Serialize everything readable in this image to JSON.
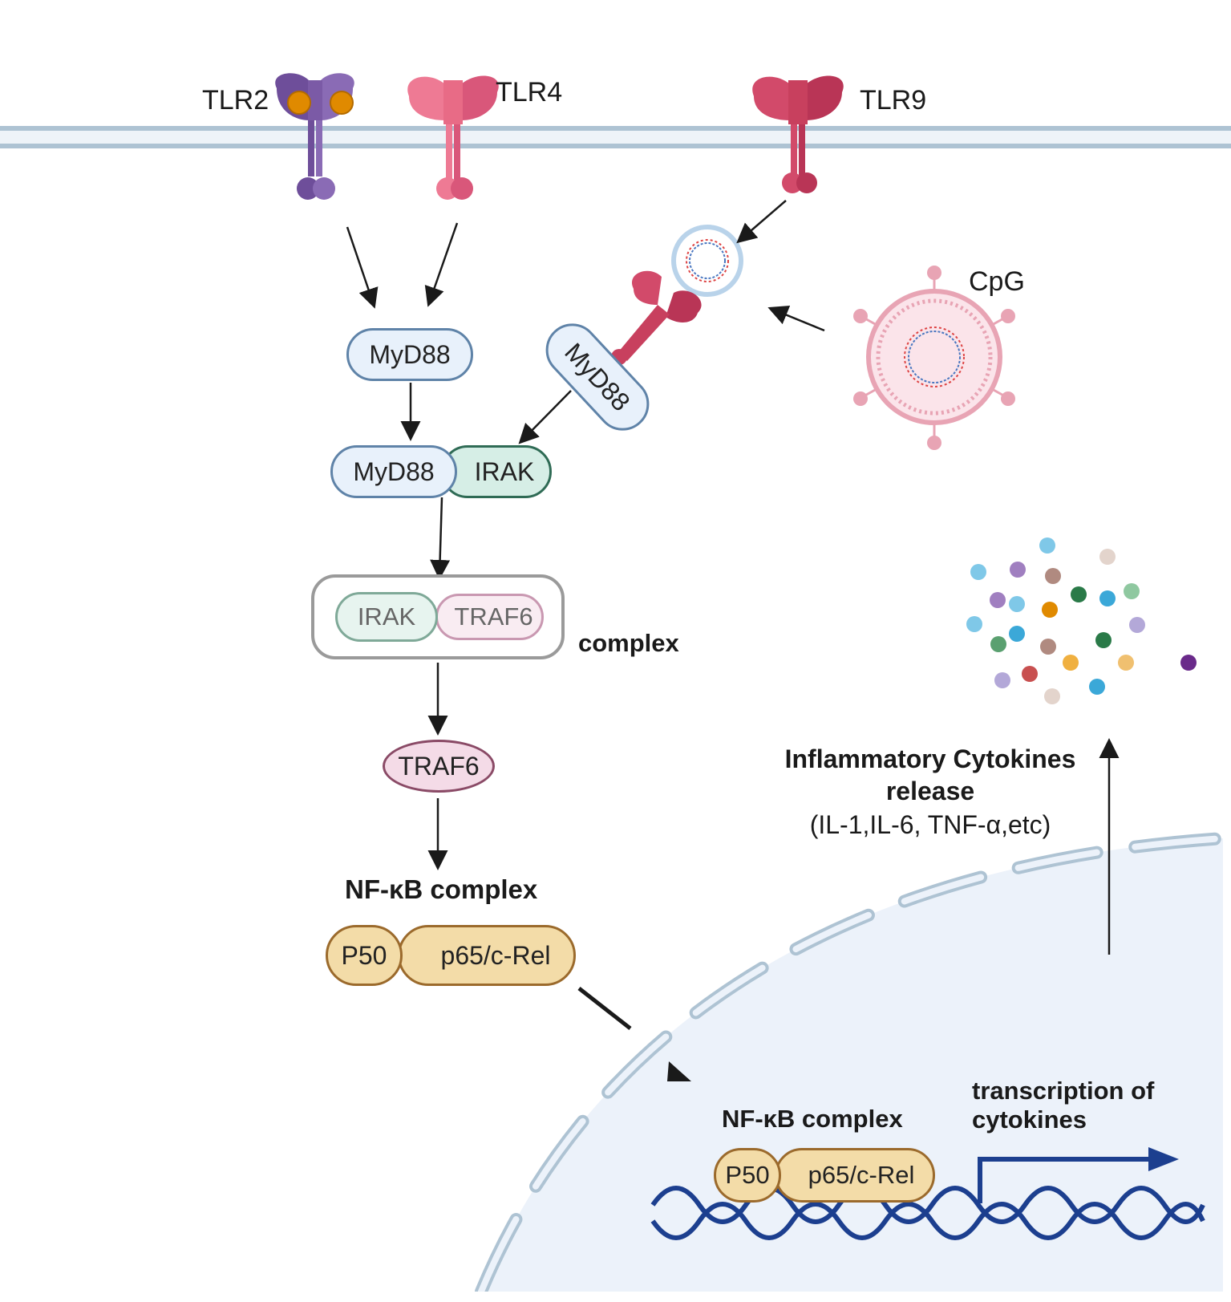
{
  "receptors": {
    "tlr2": "TLR2",
    "tlr4": "TLR4",
    "tlr9": "TLR9"
  },
  "cpg": "CpG",
  "myd88_left": "MyD88",
  "myd88_right": "MyD88",
  "myd88_irak": {
    "myd88": "MyD88",
    "irak": "IRAK"
  },
  "complex_box": {
    "irak": "IRAK",
    "traf6": "TRAF6",
    "label": "complex"
  },
  "traf6": "TRAF6",
  "nfkb_cytoplasm": {
    "title": "NF-κB complex",
    "p50": "P50",
    "p65": "p65/c-Rel"
  },
  "nfkb_nucleus": {
    "title": "NF-κB complex",
    "p50": "P50",
    "p65": "p65/c-Rel"
  },
  "cytokines": {
    "line1": "Inflammatory Cytokines",
    "line2": "release",
    "line3": "(IL-1,IL-6, TNF-α,etc)"
  },
  "transcription": {
    "line1": "transcription of",
    "line2": "cytokines"
  },
  "colors": {
    "membrane": "#aec3d3",
    "tlr2": "#7b5aa6",
    "tlr4": "#e86b86",
    "tlr9": "#c8405e",
    "myd88_fill": "#e8f1fb",
    "myd88_stroke": "#5f83a8",
    "irak_fill": "#d6eee6",
    "irak_stroke": "#2f6b55",
    "traf6_fill": "#f4dbe7",
    "traf6_stroke": "#8a4a66",
    "nfkb_fill": "#f3dca8",
    "nfkb_stroke": "#9b6a2c",
    "nucleus_fill": "#ecf2fa",
    "dna": "#1c3f8f",
    "virus": "#e8a4b4"
  }
}
